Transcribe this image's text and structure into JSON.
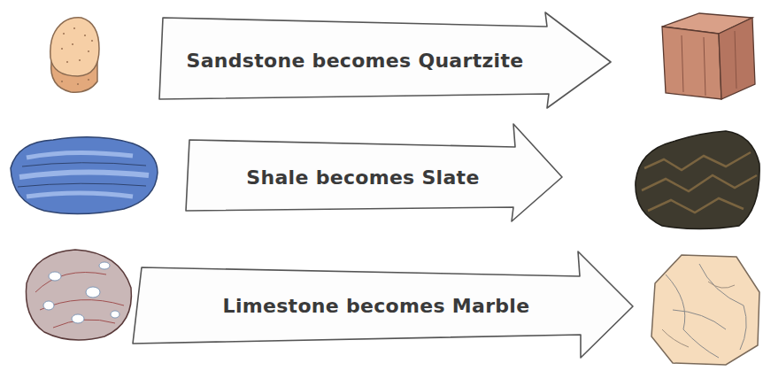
{
  "diagram": {
    "nodes": [
      {
        "text": [
          "Sandstone becomes Quartzite"
        ]
      },
      {
        "text": [
          "Shale becomes Slate"
        ]
      },
      {
        "text": [
          "Limestone becomes Marble"
        ]
      }
    ]
  }
}
